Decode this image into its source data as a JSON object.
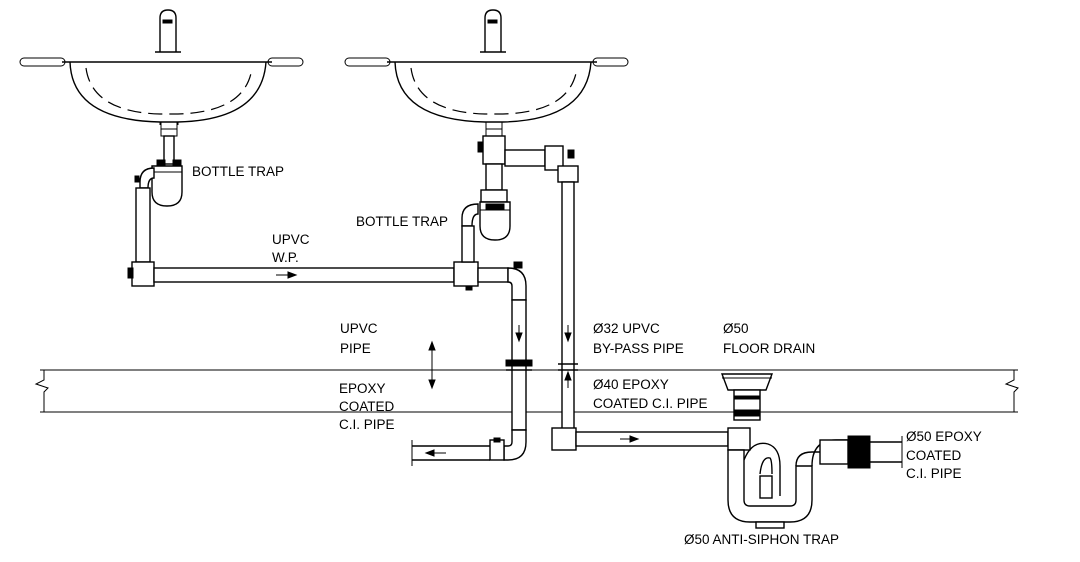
{
  "labels": {
    "bottle_trap_left": "BOTTLE TRAP",
    "bottle_trap_right": "BOTTLE TRAP",
    "upvc_wp_1": "UPVC",
    "upvc_wp_2": "W.P.",
    "upvc_pipe_1": "UPVC",
    "upvc_pipe_2": "PIPE",
    "epoxy_left_1": "EPOXY",
    "epoxy_left_2": "COATED",
    "epoxy_left_3": "C.I. PIPE",
    "bypass_1": "Ø32 UPVC",
    "bypass_2": "BY-PASS PIPE",
    "epoxy_mid_1": "Ø40 EPOXY",
    "epoxy_mid_2": "COATED C.I. PIPE",
    "floor_drain_1": "Ø50",
    "floor_drain_2": "FLOOR DRAIN",
    "epoxy_right_1": "Ø50 EPOXY",
    "epoxy_right_2": "COATED",
    "epoxy_right_3": "C.I. PIPE",
    "anti_siphon": "Ø50 ANTI-SIPHON TRAP"
  }
}
